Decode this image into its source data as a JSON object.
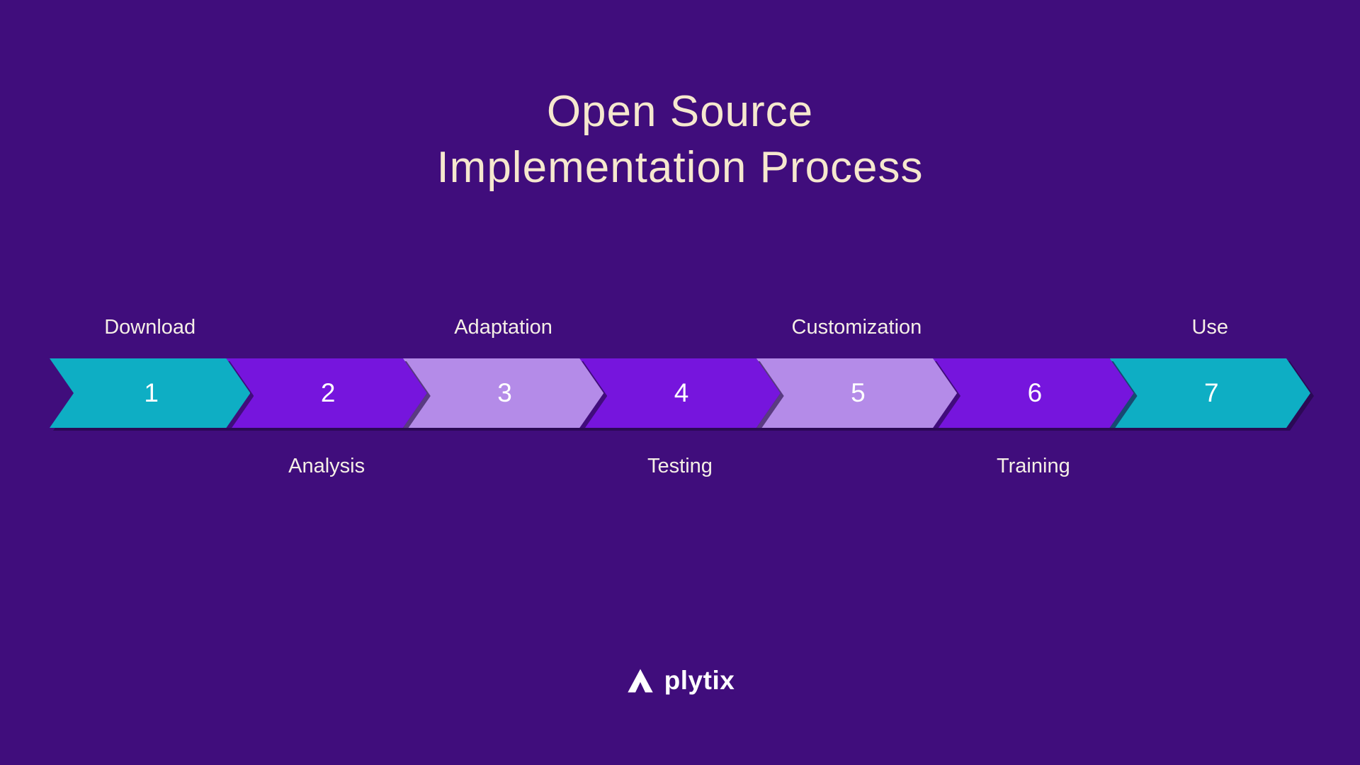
{
  "title": {
    "lines": [
      "Open Source",
      "Implementation Process"
    ]
  },
  "process": {
    "steps": [
      {
        "number": "1",
        "label": "Download",
        "label_position": "above",
        "color": "#0eaec4"
      },
      {
        "number": "2",
        "label": "Analysis",
        "label_position": "below",
        "color": "#7615dd"
      },
      {
        "number": "3",
        "label": "Adaptation",
        "label_position": "above",
        "color": "#b48be8"
      },
      {
        "number": "4",
        "label": "Testing",
        "label_position": "below",
        "color": "#7615dd"
      },
      {
        "number": "5",
        "label": "Customization",
        "label_position": "above",
        "color": "#b48be8"
      },
      {
        "number": "6",
        "label": "Training",
        "label_position": "below",
        "color": "#7615dd"
      },
      {
        "number": "7",
        "label": "Use",
        "label_position": "above",
        "color": "#0eaec4"
      }
    ]
  },
  "footer": {
    "brand_name": "plytix",
    "logo_icon": "plytix-mark"
  },
  "colors": {
    "background": "#400d7c",
    "title_text": "#f6e8ce",
    "label_text": "#f5efe6",
    "number_text": "#ffffff",
    "step_teal": "#0eaec4",
    "step_purple": "#7615dd",
    "step_lavender": "#b48be8",
    "chevron_shadow": "#1e063c",
    "logo_white": "#ffffff"
  }
}
